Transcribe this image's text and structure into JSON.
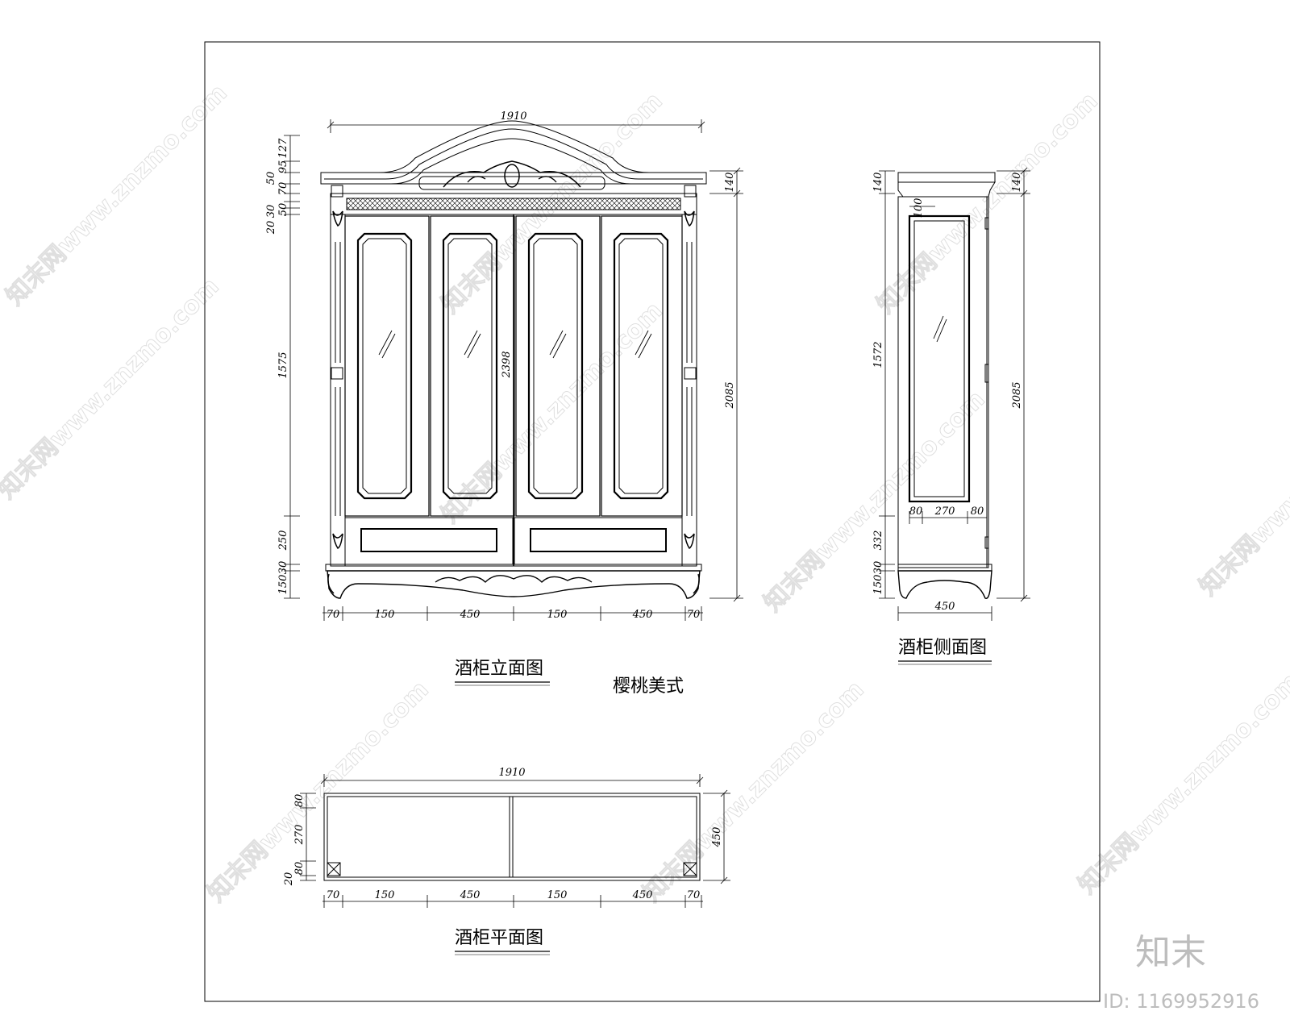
{
  "titles": {
    "elevation": "酒柜立面图",
    "style": "樱桃美式",
    "side": "酒柜侧面图",
    "plan": "酒柜平面图"
  },
  "elevation_dims": {
    "top_width": "1910",
    "bottom_segments": [
      "70",
      "150",
      "450",
      "150",
      "450",
      "70"
    ],
    "left_vertical": [
      "127",
      "95",
      "50",
      "70",
      "50",
      "30",
      "20",
      "1575",
      "250",
      "30",
      "150"
    ],
    "center_height": "2398",
    "right_top": "140",
    "right_total": "2085"
  },
  "side_dims": {
    "left_top": "140",
    "inner_top": "100",
    "left_mid": "1572",
    "inner_widths": [
      "80",
      "270",
      "80"
    ],
    "left_bottom": [
      "332",
      "30",
      "150"
    ],
    "bottom_width": "450",
    "right_top": "140",
    "right_total": "2085"
  },
  "plan_dims": {
    "top_width": "1910",
    "left_vertical": [
      "80",
      "270",
      "80",
      "20"
    ],
    "right_depth": "450",
    "bottom_segments": [
      "70",
      "150",
      "450",
      "150",
      "450",
      "70"
    ]
  },
  "watermark": {
    "text": "知末网www.znzmo.com",
    "logo": "知末",
    "id": "ID: 1169952916"
  }
}
